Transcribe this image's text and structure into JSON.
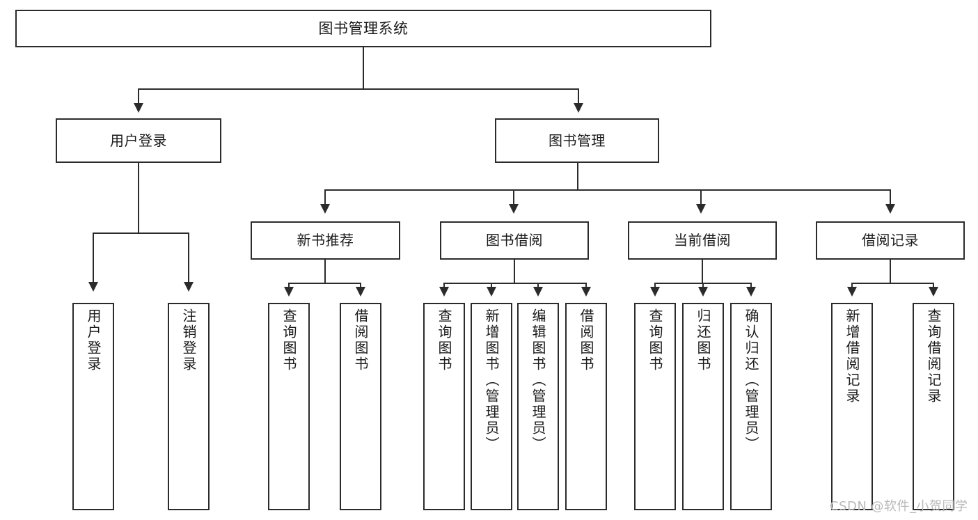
{
  "diagram": {
    "title": "图书管理系统",
    "type": "tree-hierarchy",
    "watermark": "CSDN @软件_小贺同学",
    "colors": {
      "background": "#ffffff",
      "box_border": "#2b2b2b",
      "box_fill": "#ffffff",
      "text": "#1b1b1b",
      "connector": "#2b2b2b",
      "watermark": "#b9b9b9"
    },
    "nodes": {
      "root": {
        "label": "图书管理系统"
      },
      "level1": [
        {
          "label": "用户登录"
        },
        {
          "label": "图书管理"
        }
      ],
      "level2": [
        {
          "label": "新书推荐"
        },
        {
          "label": "图书借阅"
        },
        {
          "label": "当前借阅"
        },
        {
          "label": "借阅记录"
        }
      ],
      "leaves": {
        "user_login": [
          {
            "label": "用户登录"
          },
          {
            "label": "注销登录"
          }
        ],
        "new_book_recommend": [
          {
            "label": "查询图书"
          },
          {
            "label": "借阅图书"
          }
        ],
        "book_borrow": [
          {
            "label": "查询图书"
          },
          {
            "label": "新增图书（管理员）"
          },
          {
            "label": "编辑图书（管理员）"
          },
          {
            "label": "借阅图书"
          }
        ],
        "current_borrow": [
          {
            "label": "查询图书"
          },
          {
            "label": "归还图书"
          },
          {
            "label": "确认归还（管理员）"
          }
        ],
        "borrow_record": [
          {
            "label": "新增借阅记录"
          },
          {
            "label": "查询借阅记录"
          }
        ]
      }
    }
  }
}
